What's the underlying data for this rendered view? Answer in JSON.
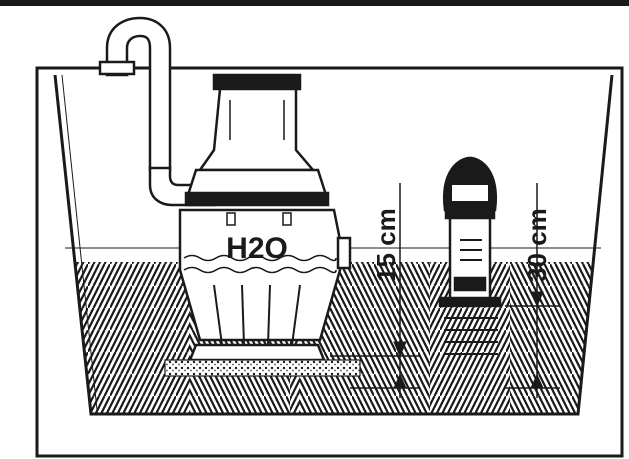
{
  "labels": {
    "tank_text": "H2O",
    "depth_short": "15 cm",
    "depth_long": "30 cm"
  },
  "colors": {
    "ink": "#1a1a1a",
    "paper": "#ffffff",
    "gravel": "#9a9a9a"
  },
  "icons": {
    "pump": "submersible-pump-icon",
    "float_switch": "float-switch-icon",
    "discharge_pipe": "discharge-pipe-icon"
  }
}
